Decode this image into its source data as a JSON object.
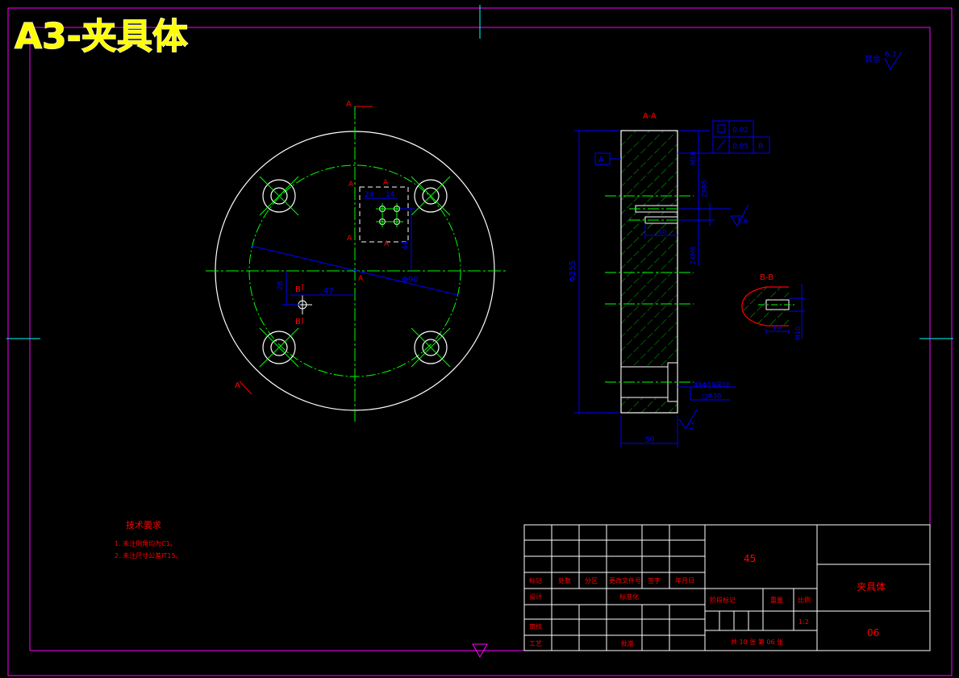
{
  "sheet_title": "A3-夹具体",
  "views": {
    "front": {
      "section_a_label": "A",
      "section_b_label": "B",
      "inset_label": "A",
      "dims": {
        "d14": "14",
        "d24": "24",
        "d44": "44",
        "d47": "47",
        "d28": "28",
        "phi": "Φ90",
        "center": "A"
      }
    },
    "section_aa": {
      "title": "A-A",
      "datum": "A",
      "height_dim": "Φ255",
      "width_dim": "50",
      "thread_m16": "M16",
      "hole_2x": "2XΦ5",
      "side_2xm6": "2XM6",
      "inner_10": "10",
      "bolt_note": "4XΦ19深10",
      "bolt_sub": "□Φ30",
      "rough_16": "1.6",
      "rough_32": "3.2",
      "tol_1": "0.02",
      "tol_2": "0.05",
      "tol_ref": "B"
    },
    "section_bb": {
      "title": "B-B",
      "dim_10": "10",
      "dim_m10": "M10"
    },
    "roughness_note": {
      "label": "其余",
      "value": "6.3"
    }
  },
  "notes": {
    "title": "技术要求",
    "items": [
      "1. 未注倒角均为C1。",
      "2. 未注尺寸公差IT15。"
    ]
  },
  "title_block": {
    "material": "45",
    "part_name": "夹具体",
    "drawing_no": "06",
    "row_headers": [
      "标记",
      "处数",
      "分区",
      "更改文件号",
      "签字",
      "年月日"
    ],
    "design": "设计",
    "standardize": "标准化",
    "review": "审核",
    "process": "工艺",
    "approve": "批准",
    "stage_mark": "阶段标记",
    "weight": "重量",
    "scale": "比例",
    "scale_value": "1:2",
    "sheets": "共 10 张 第 06 张"
  },
  "colors": {
    "outline": "#ffffff",
    "center": "#00ff00",
    "dim": "#0000ff",
    "label": "#ff0000",
    "frame": "#ff00ff",
    "mark": "#00ffff",
    "title": "#ffff00"
  }
}
